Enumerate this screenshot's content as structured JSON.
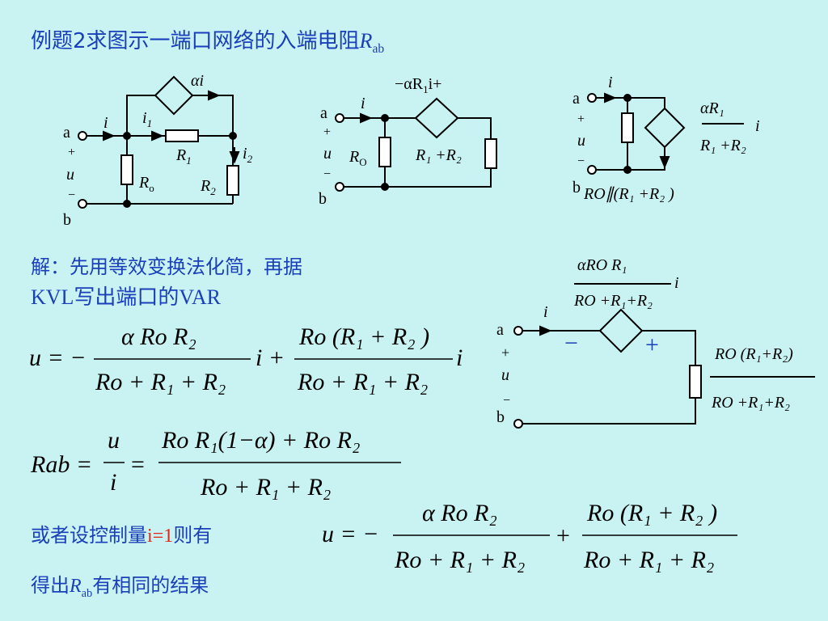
{
  "slide": {
    "title": {
      "text": "例题2求图示一端口网络的入端电阻",
      "symbol": "R",
      "sub": "ab"
    },
    "solution_lines": [
      "解：先用等效变换法化简，再据",
      "KVL写出端口的VAR"
    ],
    "note": {
      "prefix": "或者设控制量",
      "highlight": "i=1",
      "suffix": "则有"
    },
    "conclusion": {
      "prefix": "得出",
      "symbol": "R",
      "sub": "ab",
      "suffix": "有相同的结果"
    }
  },
  "circuit1": {
    "node_a": "a",
    "node_b": "b",
    "plus": "+",
    "minus": "−",
    "voltage": "u",
    "current": "i",
    "current_i1": "i",
    "current_i1_sub": "1",
    "current_i2": "i",
    "current_i2_sub": "2",
    "source_label": "αi",
    "R1": "R",
    "R1_sub": "1",
    "R2": "R",
    "R2_sub": "2",
    "Ro": "R",
    "Ro_sub": "o"
  },
  "circuit2": {
    "node_a": "a",
    "node_b": "b",
    "plus": "+",
    "minus": "−",
    "voltage": "u",
    "current": "i",
    "source_label": "−αR",
    "source_label_sub": "1",
    "source_label_tail": "i+",
    "Ro": "R",
    "Ro_sub": "O",
    "series_label": "R₁ +R₂"
  },
  "circuit3": {
    "node_a": "a",
    "node_b": "b",
    "plus": "+",
    "minus": "−",
    "voltage": "u",
    "current": "i",
    "frac_num": "αR₁",
    "frac_den": "R₁ +R₂",
    "frac_tail": "i",
    "parallel_label": "RO∥(R₁ +R₂ )"
  },
  "circuit4": {
    "node_a": "a",
    "node_b": "b",
    "plus": "+",
    "minus": "−",
    "voltage": "u",
    "current": "i",
    "src_num": "αRO R₁",
    "src_den": "RO +R₁+R₂",
    "src_tail": "i",
    "src_minus": "−",
    "src_plus": "+",
    "res_num": "RO (R₁+R₂)",
    "res_den": "RO +R₁+R₂"
  },
  "equations": {
    "eq1_lhs": "u = −",
    "eq1_num1": "α Ro R₂",
    "eq1_den1": "Ro + R₁ + R₂",
    "eq1_mid": "i +",
    "eq1_num2": "Ro (R₁ + R₂ )",
    "eq1_den2": "Ro + R₁ + R₂",
    "eq1_tail": "i",
    "eq2_lhs": "Rab = ",
    "eq2_frac_num": "u",
    "eq2_frac_den": "i",
    "eq2_eq": "=",
    "eq2_num": "Ro R₁(1−α) + Ro R₂",
    "eq2_den": "Ro + R₁ + R₂",
    "eq3_lhs": "u = −",
    "eq3_num1": "α Ro R₂",
    "eq3_den1": "Ro + R₁ + R₂",
    "eq3_mid": "+",
    "eq3_num2": "Ro (R₁ + R₂ )",
    "eq3_den2": "Ro + R₁ + R₂"
  },
  "colors": {
    "background": "#c9f3f3",
    "text_blue": "#1a3fb8",
    "highlight_red": "#e0261b",
    "wire": "#000000"
  }
}
